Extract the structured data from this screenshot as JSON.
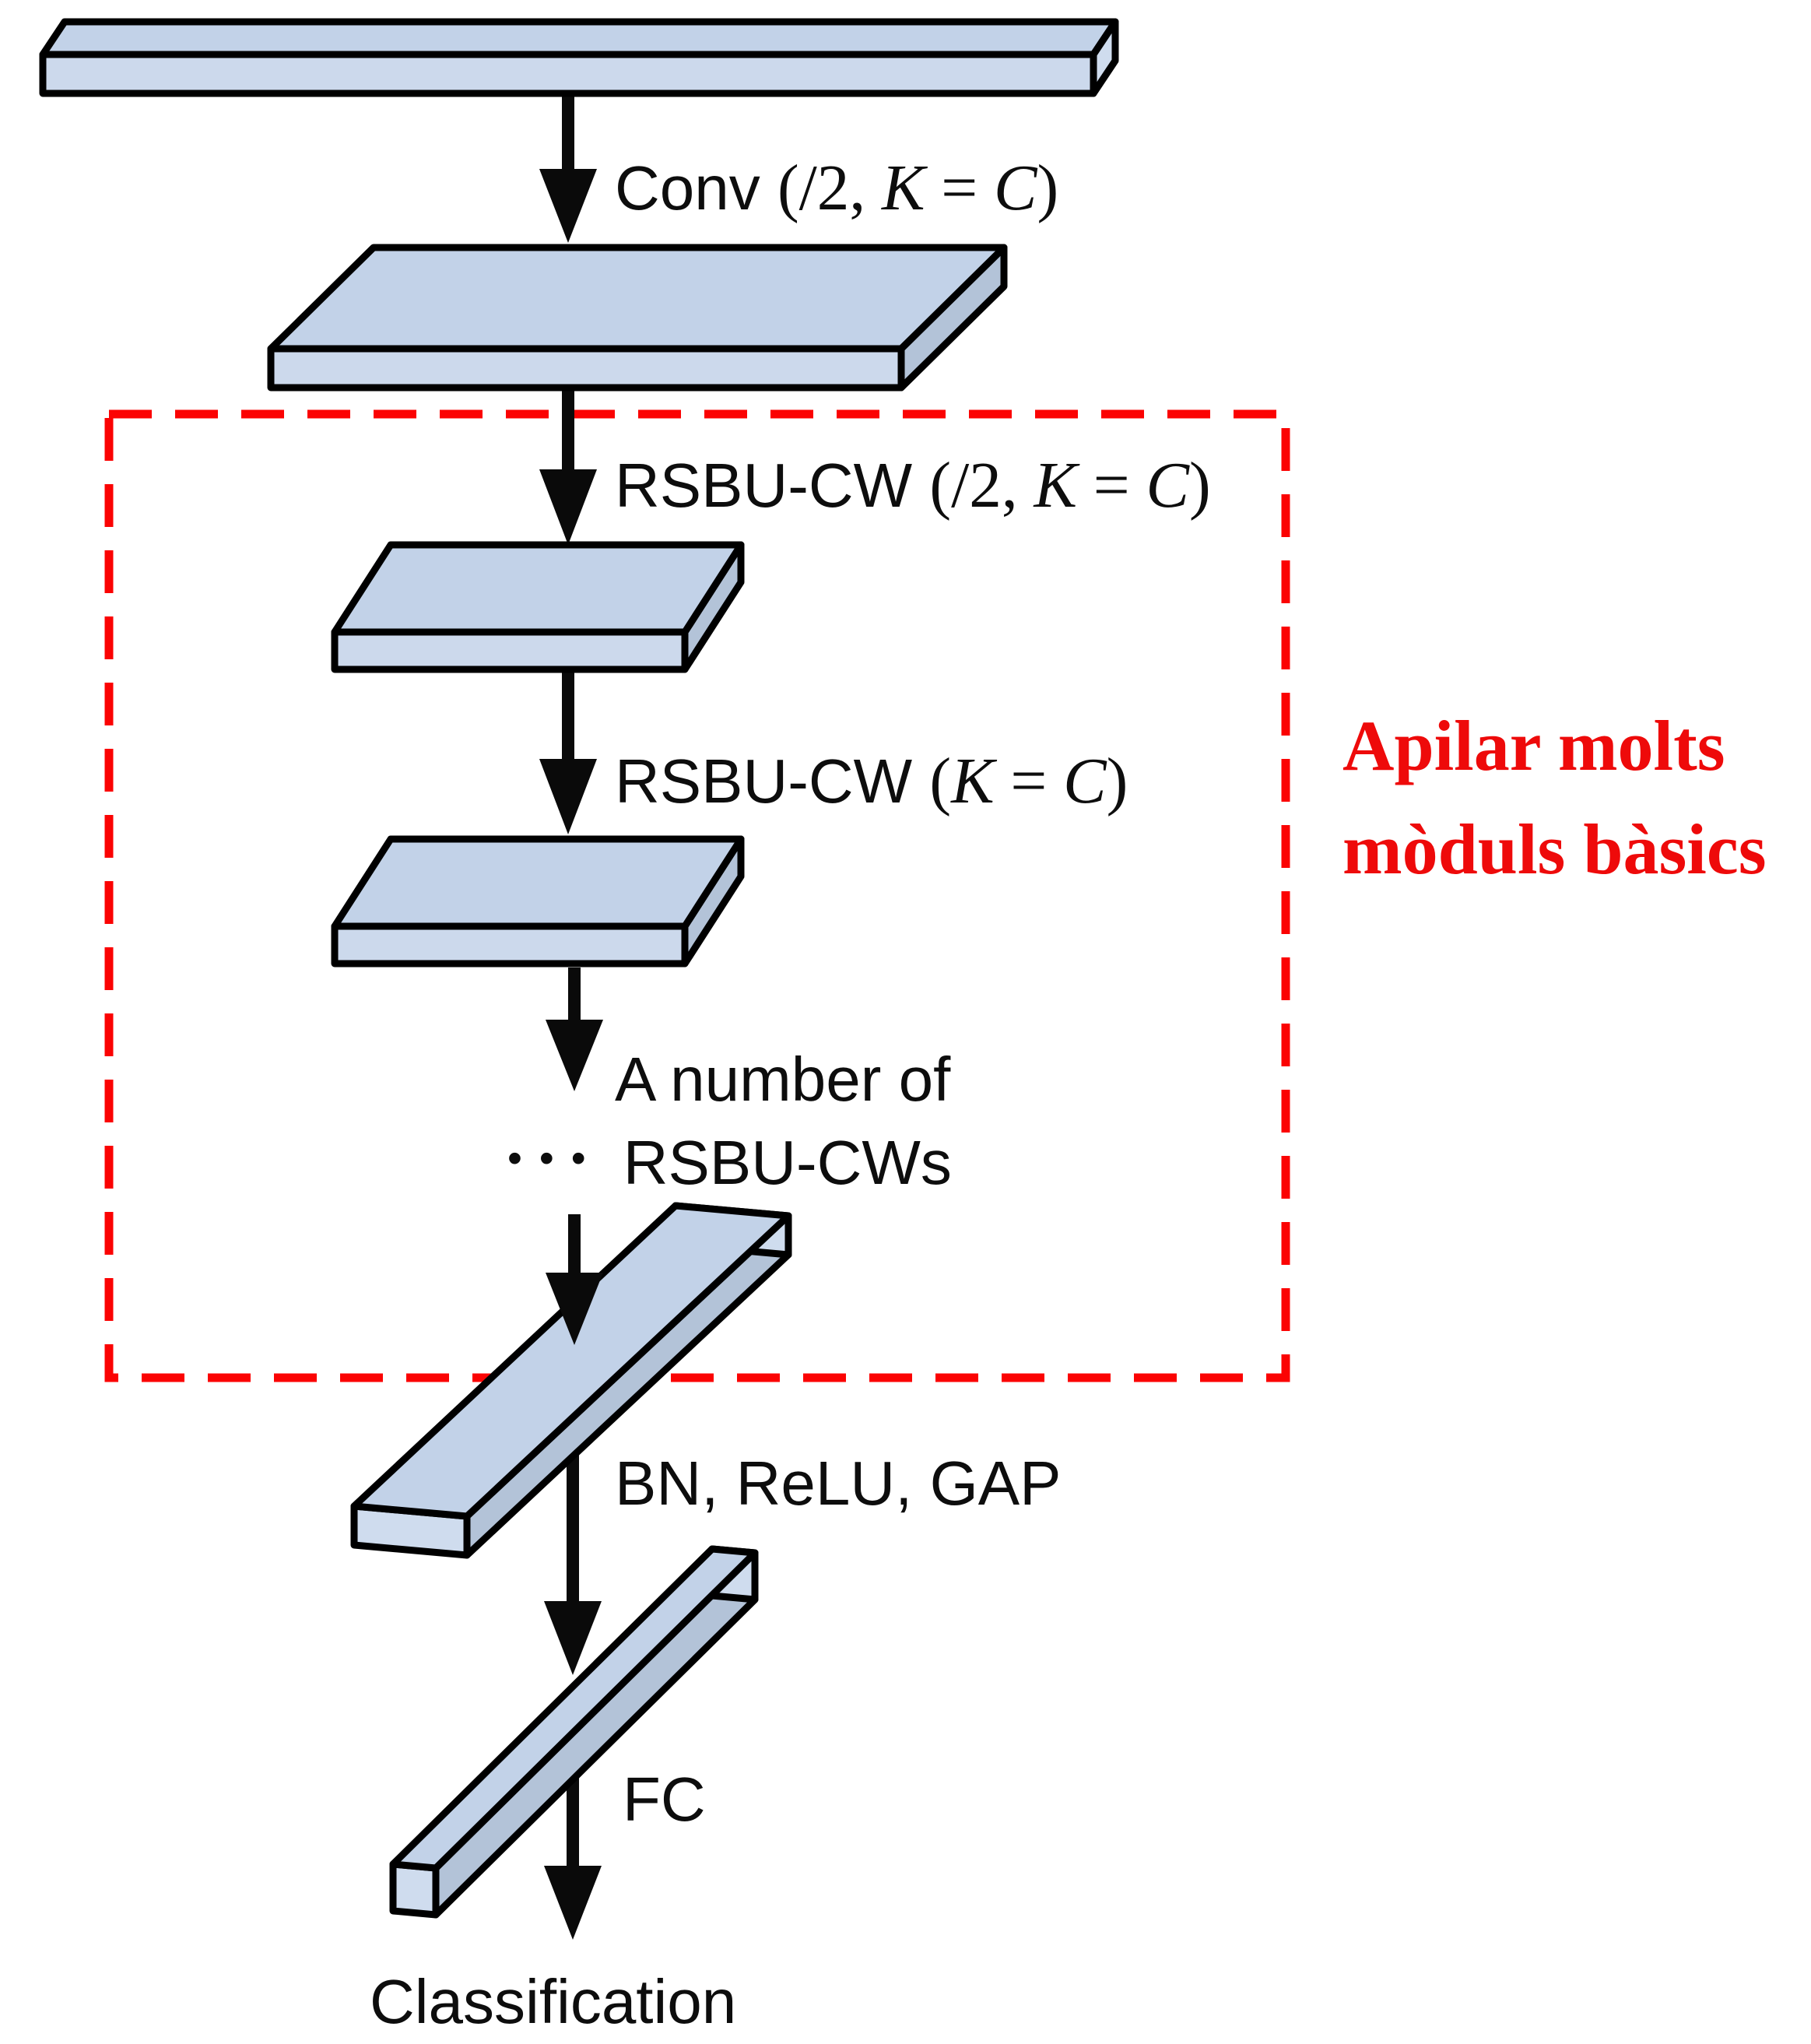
{
  "figure": {
    "type": "neural-network-architecture-diagram",
    "labels": {
      "conv": {
        "name": "Conv ",
        "args_open": "(/2, ",
        "var_k": "K",
        "equals": " = ",
        "var_c": "C",
        "args_close": ")"
      },
      "rsbu_stride": {
        "name": "RSBU-CW ",
        "args_open": "(/2, ",
        "var_k": "K",
        "equals": " = ",
        "var_c": "C",
        "args_close": ")"
      },
      "rsbu_plain": {
        "name": "RSBU-CW ",
        "args_open": "(",
        "var_k": "K",
        "equals": " = ",
        "var_c": "C",
        "args_close": ")"
      },
      "stack_line1": "A number of",
      "stack_dots": "•••",
      "stack_line2": "RSBU-CWs",
      "bn_relu_gap": "BN, ReLU, GAP",
      "fc": "FC",
      "classification": "Classification"
    },
    "annotation": {
      "line1": "Apilar molts",
      "line2": "mòduls bàsics",
      "color": "#ee0a0a"
    },
    "colors": {
      "slab_top": "#c2d2e8",
      "slab_front": "#ccd9ec",
      "slab_side": "#b3c3d8",
      "outline": "#000000",
      "arrow": "#0a0a0a",
      "dashed_box": "#fb0303"
    }
  }
}
